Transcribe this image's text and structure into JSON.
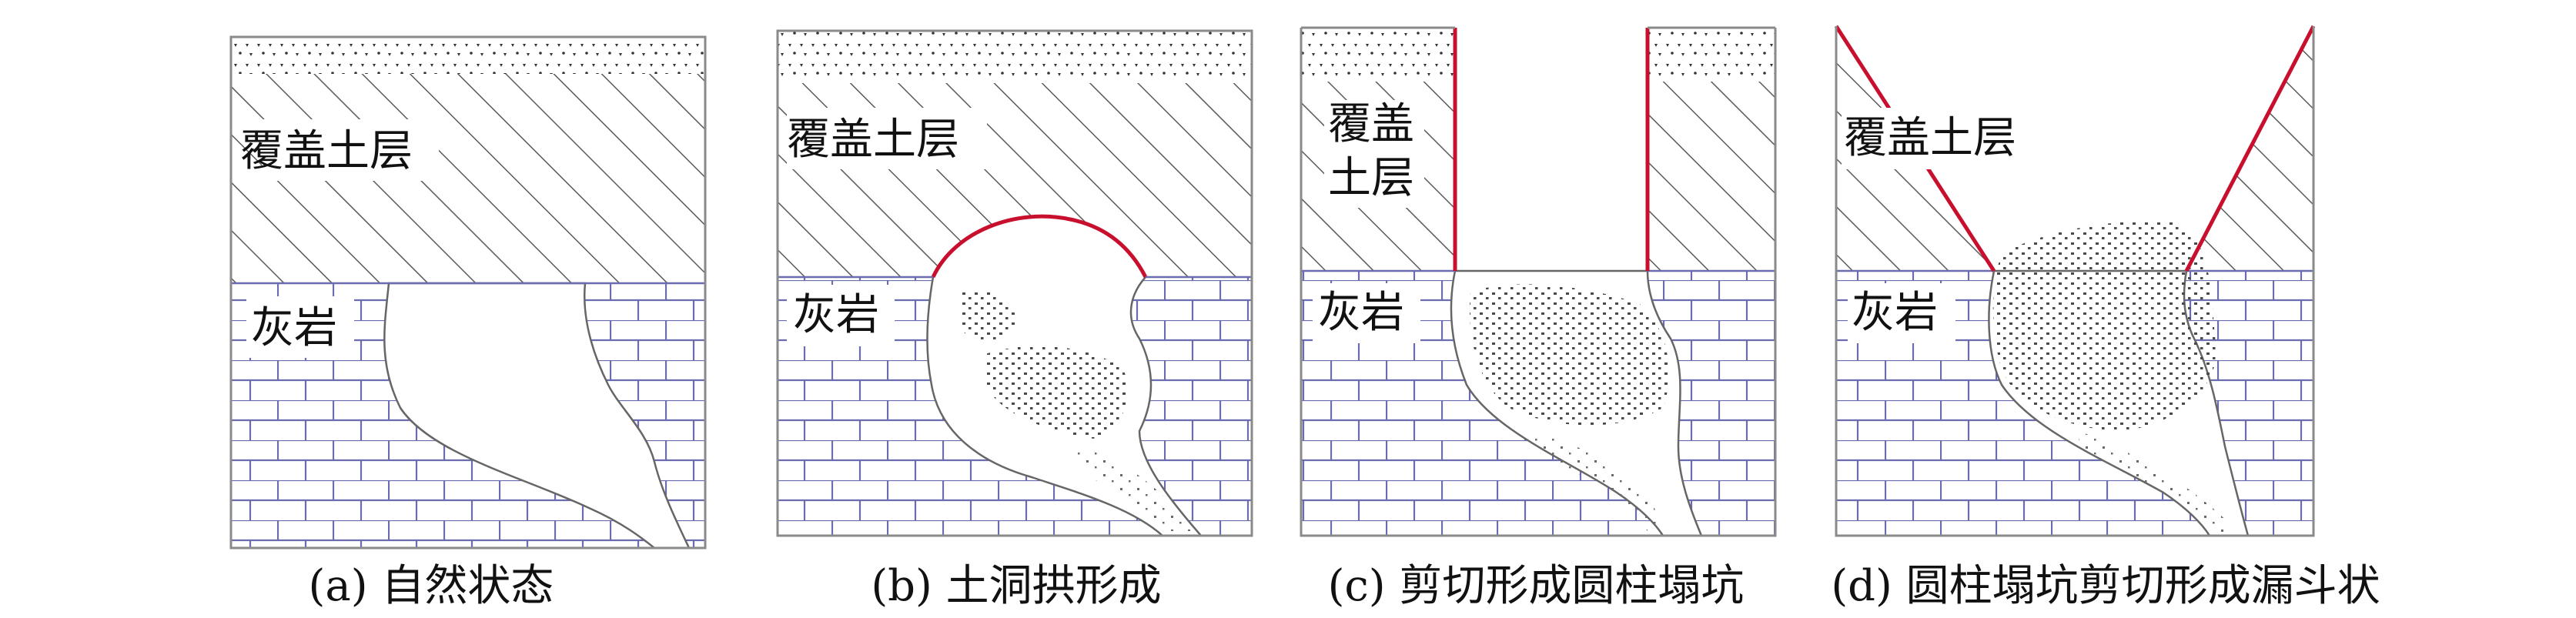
{
  "colors": {
    "frame": "#8a8a8a",
    "soil_hatch": "#5a5a5a",
    "brick": "#6b6bb0",
    "red_line": "#c8102e",
    "dots": "#5a5a5a",
    "text": "#111111"
  },
  "panels": [
    {
      "id": "a",
      "soil_label": "覆盖土层",
      "rock_label": "灰岩",
      "caption": "(a) 自然状态"
    },
    {
      "id": "b",
      "soil_label": "覆盖土层",
      "rock_label": "灰岩",
      "caption": "(b) 土洞拱形成"
    },
    {
      "id": "c",
      "soil_label_line1": "覆盖",
      "soil_label_line2": "土层",
      "rock_label": "灰岩",
      "caption": "(c) 剪切形成圆柱塌坑"
    },
    {
      "id": "d",
      "soil_label": "覆盖土层",
      "rock_label": "灰岩",
      "caption": "(d) 圆柱塌坑剪切形成漏斗状"
    }
  ]
}
